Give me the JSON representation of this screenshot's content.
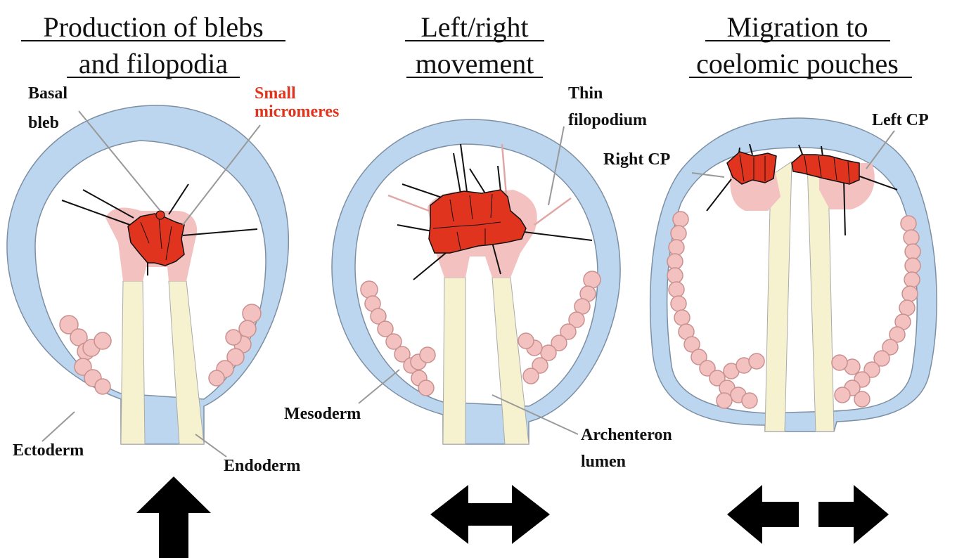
{
  "panels": [
    {
      "title_line1": "Production of blebs",
      "title_line2": "and filopodia",
      "labels": {
        "basal_line1": "Basal",
        "basal_line2": "bleb",
        "small_line1": "Small",
        "small_line2": "micromeres",
        "ectoderm": "Ectoderm",
        "endoderm": "Endoderm"
      },
      "movement": "up-arrow"
    },
    {
      "title_line1": "Left/right",
      "title_line2": "movement",
      "labels": {
        "thin_line1": "Thin",
        "thin_line2": "filopodium",
        "mesoderm": "Mesoderm",
        "arch_line1": "Archenteron",
        "arch_line2": "lumen"
      },
      "movement": "double-arrow"
    },
    {
      "title_line1": "Migration to",
      "title_line2": "coelomic pouches",
      "labels": {
        "right_cp": "Right CP",
        "left_cp": "Left CP"
      },
      "movement": "split-arrows"
    }
  ],
  "colors": {
    "ectoderm": "#bcd6ef",
    "ectoderm_stroke": "#7d8fa3",
    "endoderm": "#f6f2cf",
    "mesoderm": "#f2c1c0",
    "mesoderm_stroke": "#c9908e",
    "small_micromeres": "#e0341f",
    "small_micromeres_label": "#e0341f",
    "arrows": "#000000"
  }
}
